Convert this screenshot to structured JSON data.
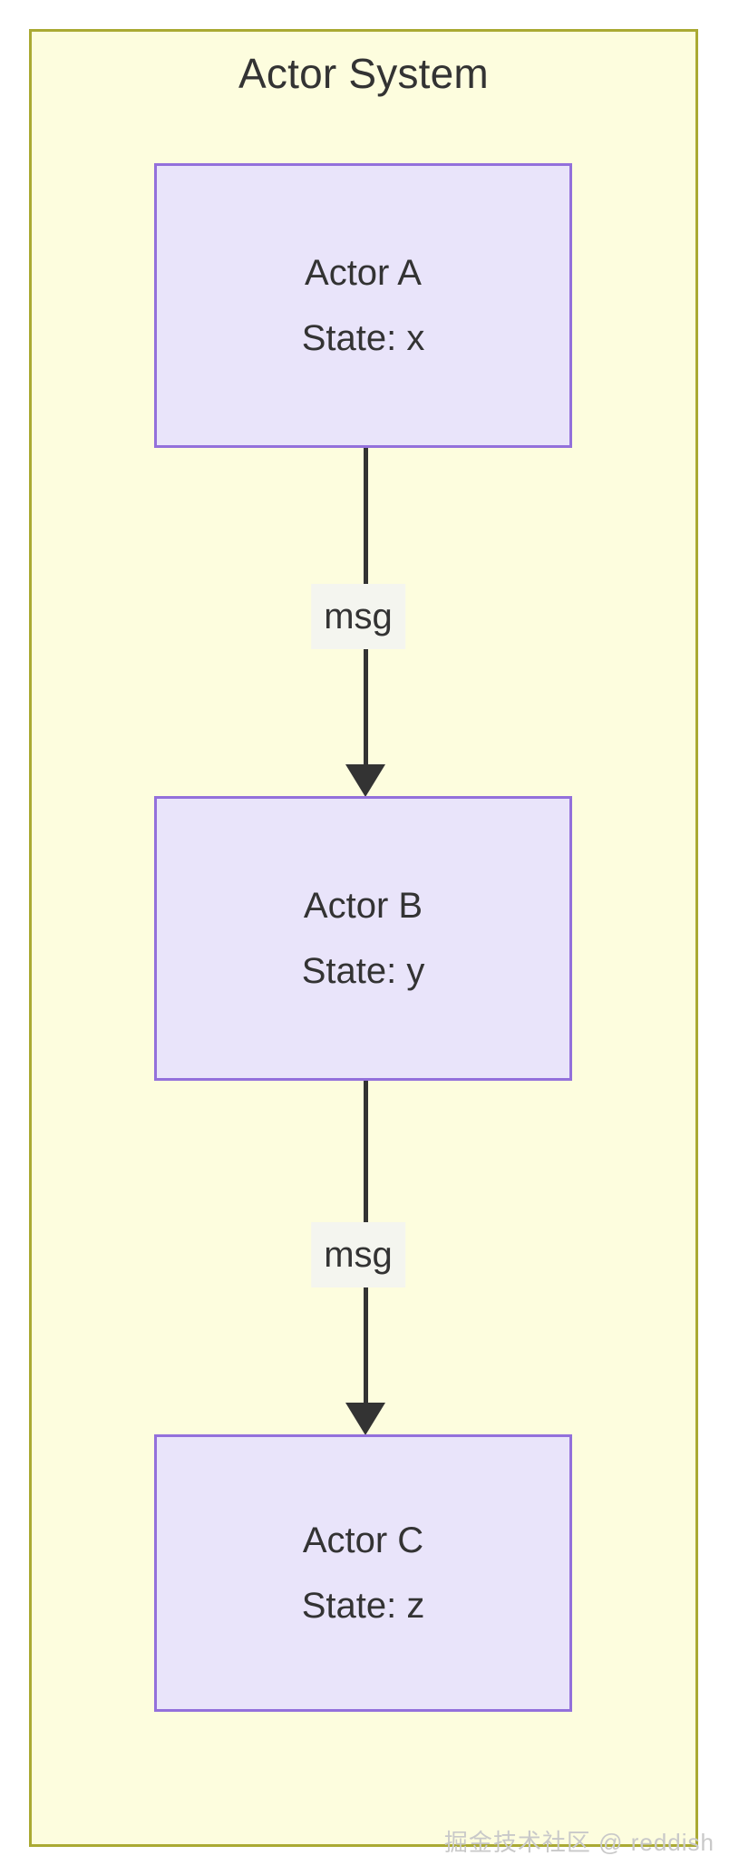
{
  "diagram": {
    "type": "flowchart",
    "title": "Actor System",
    "nodes": [
      {
        "id": "A",
        "name": "Actor A",
        "state_label": "State: x"
      },
      {
        "id": "B",
        "name": "Actor B",
        "state_label": "State: y"
      },
      {
        "id": "C",
        "name": "Actor C",
        "state_label": "State: z"
      }
    ],
    "edges": [
      {
        "from": "A",
        "to": "B",
        "label": "msg"
      },
      {
        "from": "B",
        "to": "C",
        "label": "msg"
      }
    ],
    "colors": {
      "container_fill": "#fdfdde",
      "container_border": "#aaaa33",
      "node_fill": "#e9e4fa",
      "node_border": "#9370db",
      "edge_stroke": "#333333",
      "text": "#333333",
      "edge_label_bg": "#f4f5ef",
      "watermark": "#c9c9c9"
    }
  },
  "watermark": {
    "text": "掘金技术社区 @ reddish"
  }
}
